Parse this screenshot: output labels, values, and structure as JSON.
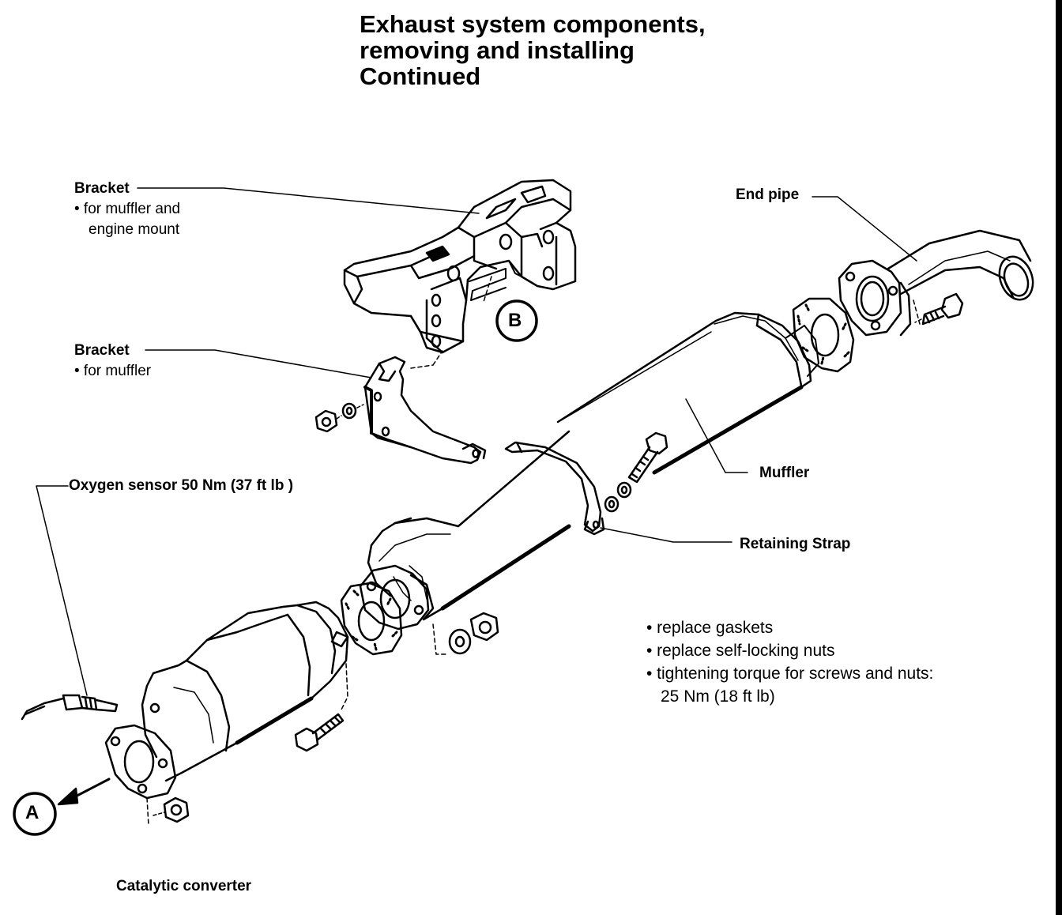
{
  "title": {
    "line1": "Exhaust system components,",
    "line2": "removing and installing",
    "line3": "Continued"
  },
  "labels": {
    "bracket_top": "Bracket",
    "bracket_top_note1": "• for muffler and",
    "bracket_top_note2": "engine mount",
    "bracket_lower": "Bracket",
    "bracket_lower_note": "• for muffler",
    "end_pipe": "End pipe",
    "oxygen_sensor": "Oxygen sensor 50 Nm (37 ft lb )",
    "muffler": "Muffler",
    "retaining_strap": "Retaining Strap",
    "catalytic_converter": "Catalytic converter"
  },
  "callouts": {
    "a": "A",
    "b": "B"
  },
  "notes": [
    "• replace gaskets",
    "• replace self-locking nuts",
    "• tightening torque for screws and nuts:",
    "25 Nm (18 ft lb)"
  ]
}
